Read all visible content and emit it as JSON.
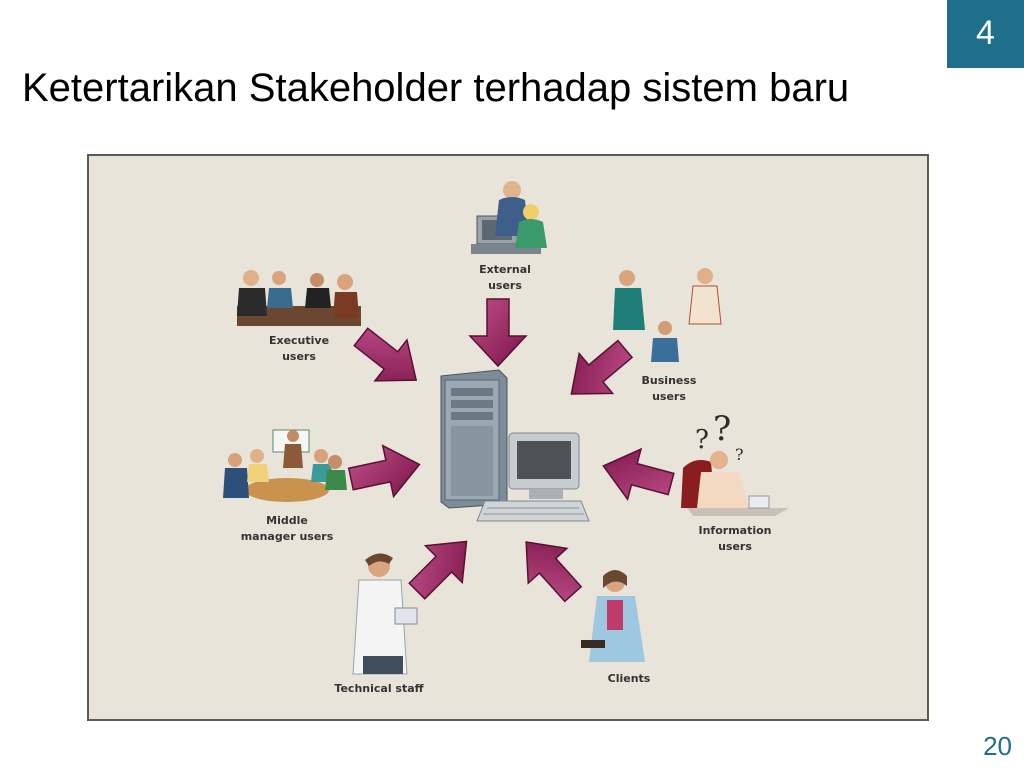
{
  "slide": {
    "section_number": "4",
    "title": "Ketertarikan Stakeholder terhadap sistem baru",
    "page_number": "20"
  },
  "colors": {
    "badge": "#1d6f8c",
    "page_number": "#1d6f8c",
    "arrow": "#8e1f5a",
    "diagram_bg": "#e8e4da"
  },
  "diagram": {
    "center": {
      "icon": "computer-icon"
    },
    "stakeholders": [
      {
        "id": "external-users",
        "label_lines": [
          "External",
          "users"
        ],
        "icon": "external-users-icon"
      },
      {
        "id": "executive-users",
        "label_lines": [
          "Executive",
          "users"
        ],
        "icon": "meeting-icon"
      },
      {
        "id": "business-users",
        "label_lines": [
          "Business",
          "users"
        ],
        "icon": "phone-users-icon"
      },
      {
        "id": "middle-manager-users",
        "label_lines": [
          "Middle",
          "manager users"
        ],
        "icon": "presentation-icon"
      },
      {
        "id": "information-users",
        "label_lines": [
          "Information",
          "users"
        ],
        "icon": "confused-user-icon"
      },
      {
        "id": "technical-staff",
        "label_lines": [
          "Technical staff"
        ],
        "icon": "technician-icon"
      },
      {
        "id": "clients",
        "label_lines": [
          "Clients"
        ],
        "icon": "client-icon"
      }
    ],
    "question_marks": [
      "?",
      "?",
      "?"
    ]
  }
}
